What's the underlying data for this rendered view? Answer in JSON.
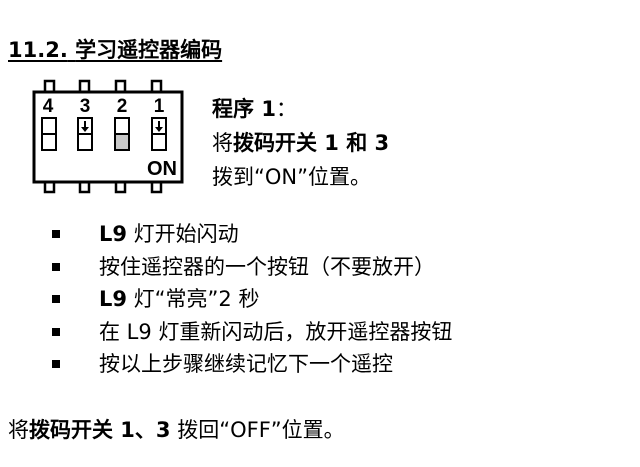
{
  "section": {
    "number": "11.2.",
    "title": "学习遥控器编码"
  },
  "dip_switch": {
    "numbers": [
      "4",
      "3",
      "2",
      "1"
    ],
    "on_label": "ON",
    "positions": [
      "off",
      "on",
      "off",
      "on"
    ]
  },
  "step": {
    "label_text": "程序 ",
    "label_num": "1",
    "label_colon": "：",
    "line2_pre": "将",
    "line2_bold": "拨码开关 1 和 3",
    "line3": "拨到“ON”位置。"
  },
  "bullets": [
    {
      "bold": "L9",
      "text": " 灯开始闪动"
    },
    {
      "bold": "",
      "text": "按住遥控器的一个按钮（不要放开）"
    },
    {
      "bold": "L9",
      "text": " 灯“常亮”2 秒"
    },
    {
      "bold": "",
      "text": "在 L9 灯重新闪动后，放开遥控器按钮"
    },
    {
      "bold": "",
      "text": "按以上步骤继续记忆下一个遥控"
    }
  ],
  "footer": {
    "pre": "将",
    "bold": "拨码开关 1、3",
    "post": " 拨回“OFF”位置。"
  }
}
